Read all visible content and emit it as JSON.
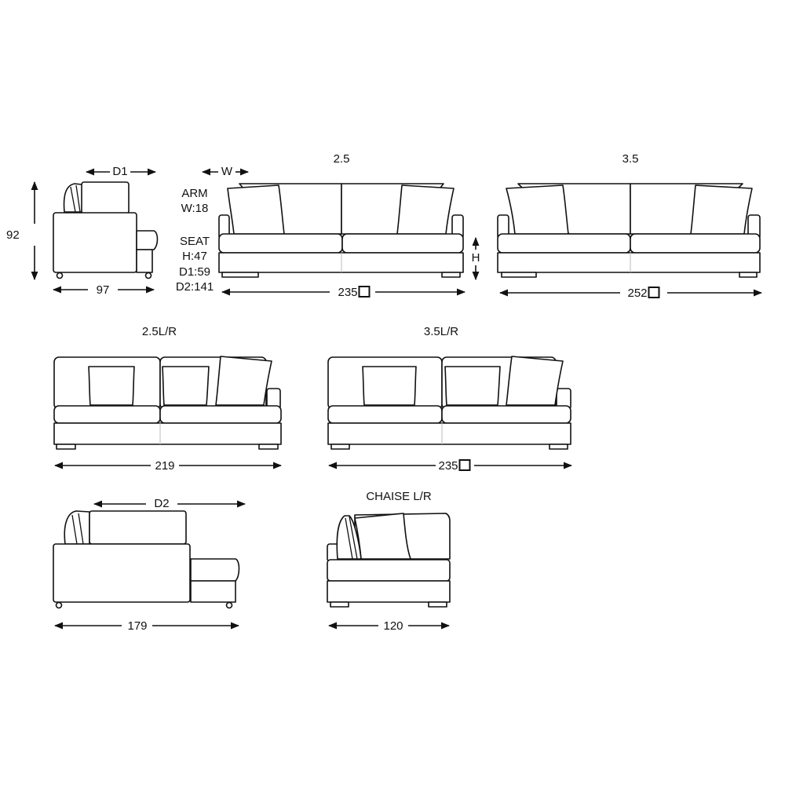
{
  "diagrams": {
    "side_view": {
      "label_depth": "D1",
      "height_value": "92",
      "depth_value": "97"
    },
    "specs": {
      "arm_title": "ARM",
      "arm_width": "W:18",
      "seat_title": "SEAT",
      "seat_height": "H:47",
      "seat_d1": "D1:59",
      "seat_d2": "D2:141",
      "w_marker": "W",
      "h_marker": "H"
    },
    "sofa_2_5": {
      "title": "2.5",
      "width_value": "235",
      "has_square": true
    },
    "sofa_3_5": {
      "title": "3.5",
      "width_value": "252",
      "has_square": true
    },
    "sofa_2_5_lr": {
      "title": "2.5L/R",
      "width_value": "219"
    },
    "sofa_3_5_lr": {
      "title": "3.5L/R",
      "width_value": "235",
      "has_square": true
    },
    "chaise_side": {
      "label_depth": "D2",
      "depth_value": "179"
    },
    "chaise_front": {
      "title": "CHAISE L/R",
      "width_value": "120"
    }
  },
  "colors": {
    "line": "#111111",
    "background": "#ffffff",
    "seam": "#bbbbbb"
  }
}
